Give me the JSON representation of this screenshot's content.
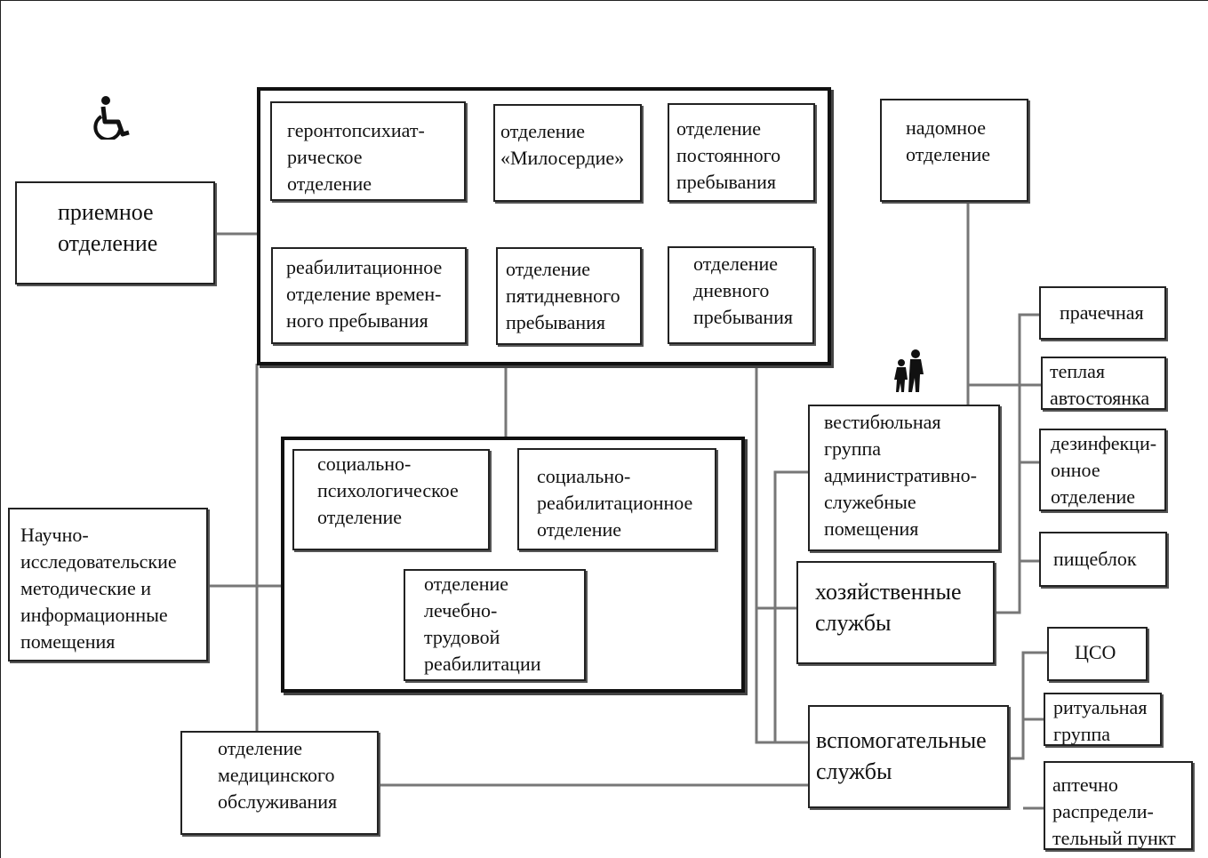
{
  "icons": [
    "wheelchair-icon",
    "pedestrians-icon"
  ],
  "boxes": {
    "gerontopsych": "геронтопсихиат-\nрическое\nотделение",
    "miloserdie": "отделение\n«Милосердие»",
    "postoyannogo": "отделение\nпостоянного\nпребывания",
    "reabil_vremennogo": "реабилитационное\nотделение времен-\nного пребывания",
    "pyatidnevnogo": "отделение\nпятидневного\nпребывания",
    "dnevnogo": "отделение\nдневного\nпребывания",
    "priemnoe": "приемное\nотделение",
    "nadomnoe": "надомное\nотделение",
    "prachechnaya": "прачечная",
    "avtostoyanka": "теплая\nавтостоянка",
    "dezinfekcionnoe": "дезинфекци-\nонное\nотделение",
    "vestibulnaya": "вестибюльная\nгруппа\nадминистративно-\nслужебные\nпомещения",
    "pishcheblok": "пищеблок",
    "hozyaistvennye": "хозяйственные\nслужбы",
    "tso": "ЦСО",
    "ritualnaya": "ритуальная\nгруппа",
    "aptechno": "аптечно\nраспредели-\nтельный пункт",
    "vspomogatelnye": "вспомогательные\nслужбы",
    "sots_psych": "социально-\nпсихологическое\nотделение",
    "sots_reabil": "социально-\nреабилитационное\nотделение",
    "lechebno_trud": "отделение\nлечебно-\nтрудовой\nреабилитации",
    "nauchno": "Научно-\nисследовательские\nметодические и\nинформационные\nпомещения",
    "med_obsl": "отделение\nмедицинского\nобслуживания"
  }
}
